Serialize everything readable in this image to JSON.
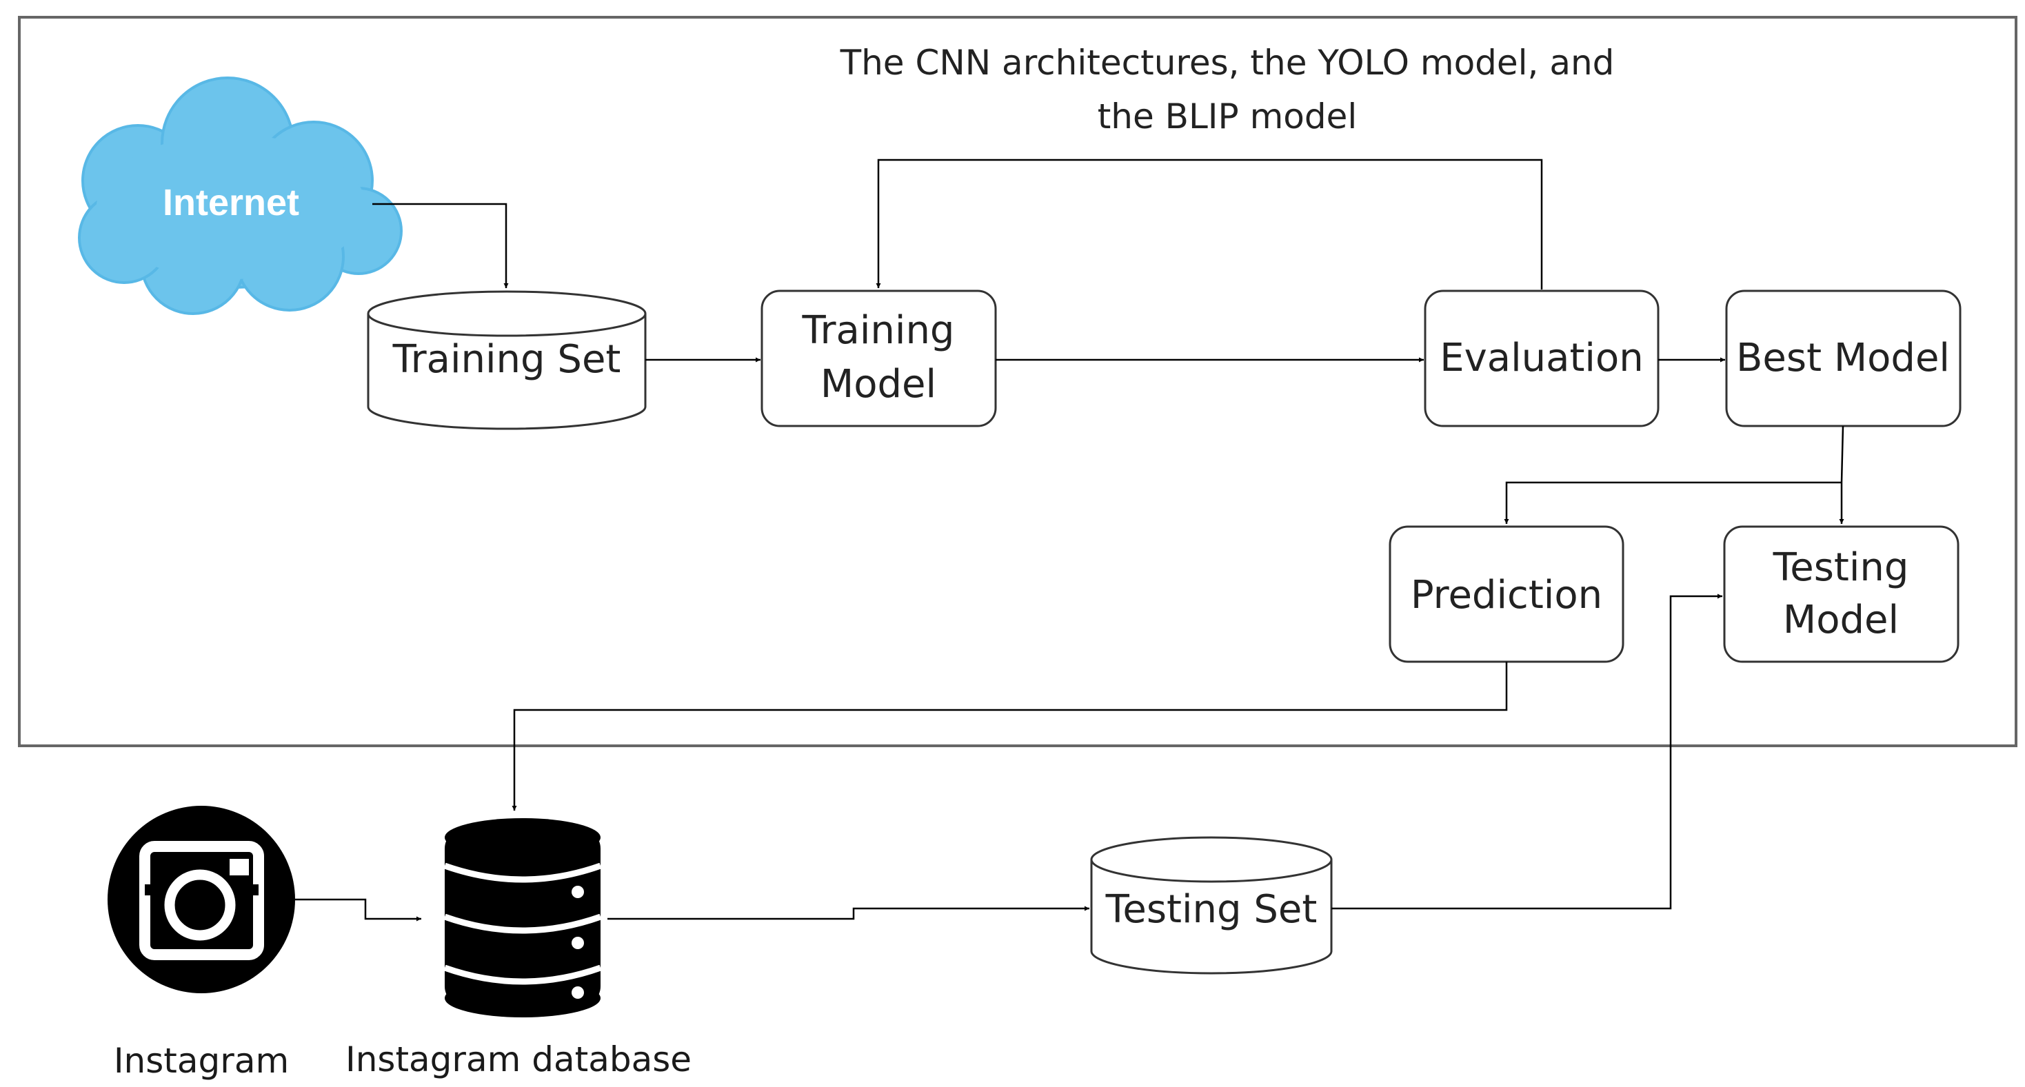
{
  "caption": {
    "line1": "The CNN architectures, the YOLO model, and",
    "line2": "the BLIP model"
  },
  "nodes": {
    "internet": "Internet",
    "training_set": "Training Set",
    "training_model": [
      "Training",
      "Model"
    ],
    "evaluation": "Evaluation",
    "best_model": "Best Model",
    "prediction": "Prediction",
    "testing_model": [
      "Testing",
      "Model"
    ],
    "testing_set": "Testing Set",
    "instagram": "Instagram",
    "instagram_database": "Instagram database"
  },
  "icons": {
    "internet": "cloud-icon",
    "instagram": "camera-icon",
    "database": "database-icon"
  },
  "colors": {
    "cloud_fill": "#6cc4ec",
    "cloud_text": "#ffffff",
    "frame": "#666666",
    "line": "#000000"
  }
}
